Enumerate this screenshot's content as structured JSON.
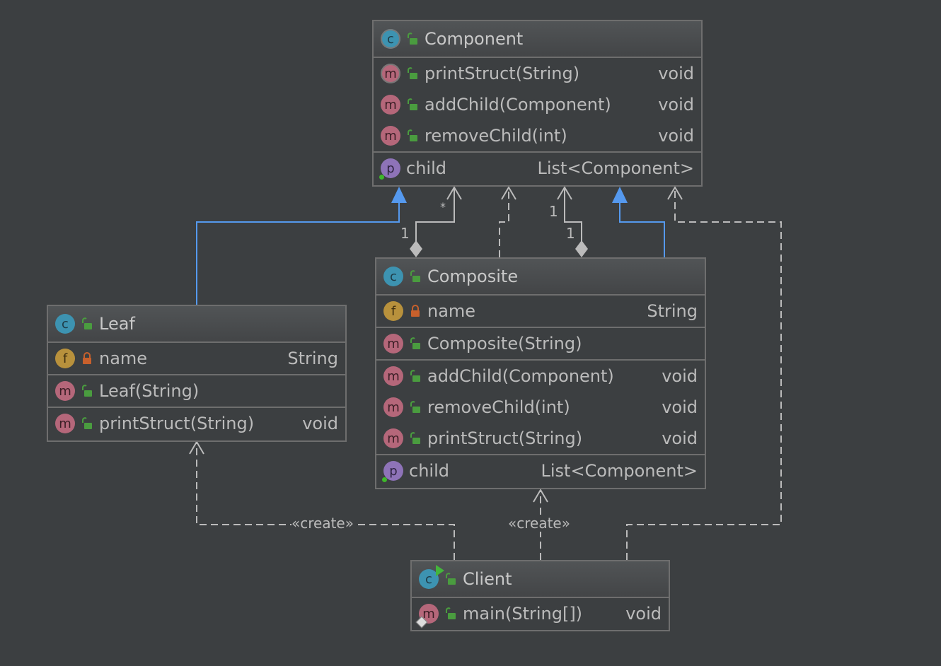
{
  "diagram": {
    "type": "UML class diagram",
    "colors": {
      "background": "#3c3f41",
      "border": "#6e6e6e",
      "inheritance": "#5599ee",
      "dependency": "#bbbbbb",
      "class_icon": "#3d93b1",
      "method_icon": "#b5677a",
      "field_icon": "#b8913c",
      "property_icon": "#8e73b8",
      "public_lock": "#4a9c3f",
      "private_lock": "#c8602c"
    },
    "classes": {
      "component": {
        "name": "Component",
        "kind": "abstract-class",
        "methods": [
          {
            "name": "printStruct(String)",
            "type": "void",
            "abstract": true
          },
          {
            "name": "addChild(Component)",
            "type": "void"
          },
          {
            "name": "removeChild(int)",
            "type": "void"
          }
        ],
        "properties": [
          {
            "name": "child",
            "type": "List<Component>"
          }
        ]
      },
      "composite": {
        "name": "Composite",
        "kind": "class",
        "fields": [
          {
            "name": "name",
            "type": "String",
            "visibility": "private"
          }
        ],
        "constructors": [
          {
            "name": "Composite(String)",
            "type": ""
          }
        ],
        "methods": [
          {
            "name": "addChild(Component)",
            "type": "void"
          },
          {
            "name": "removeChild(int)",
            "type": "void"
          },
          {
            "name": "printStruct(String)",
            "type": "void"
          }
        ],
        "properties": [
          {
            "name": "child",
            "type": "List<Component>"
          }
        ]
      },
      "leaf": {
        "name": "Leaf",
        "kind": "class",
        "fields": [
          {
            "name": "name",
            "type": "String",
            "visibility": "private"
          }
        ],
        "constructors": [
          {
            "name": "Leaf(String)",
            "type": ""
          }
        ],
        "methods": [
          {
            "name": "printStruct(String)",
            "type": "void"
          }
        ]
      },
      "client": {
        "name": "Client",
        "kind": "runnable-class",
        "methods": [
          {
            "name": "main(String[])",
            "type": "void",
            "static": true
          }
        ]
      }
    },
    "labels": {
      "agg1_source": "1",
      "agg1_target": "*",
      "agg2_source": "1",
      "agg2_target": "1",
      "create_leaf": "«create»",
      "create_composite": "«create»"
    }
  }
}
